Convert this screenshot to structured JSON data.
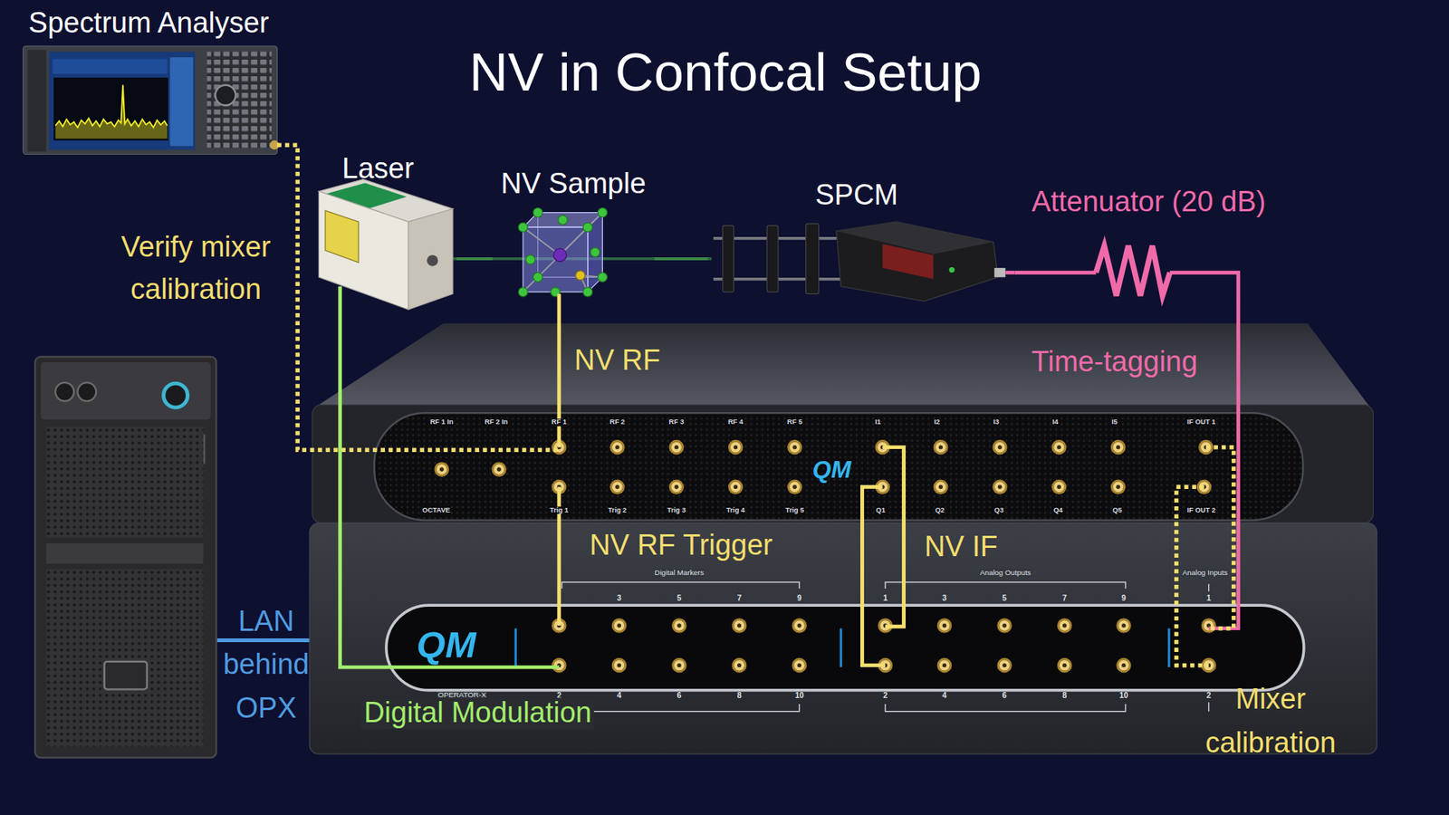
{
  "diagram": {
    "title": "NV in Confocal Setup",
    "nodes": [
      {
        "text": [
          "Spectrum Analyser"
        ]
      },
      {
        "text": [
          "Laser"
        ]
      },
      {
        "text": [
          "NV Sample"
        ]
      },
      {
        "text": [
          "SPCM"
        ]
      },
      {
        "text": [
          "Attenuator (20 dB)"
        ]
      },
      {
        "text": [
          "RF 1 In",
          "RF 2 In",
          "RF 1",
          "RF 2",
          "RF 3",
          "RF 4",
          "RF 5",
          "I1",
          "I2",
          "I3",
          "I4",
          "I5",
          "IF OUT 1",
          "OCTAVE",
          "Trig 1",
          "Trig 2",
          "Trig 3",
          "Trig 4",
          "Trig 5",
          "Q1",
          "Q2",
          "Q3",
          "Q4",
          "Q5",
          "IF OUT 2",
          "QM"
        ]
      },
      {
        "text": [
          "Digital Markers",
          "Analog Outputs",
          "Analog Inputs",
          "3",
          "5",
          "7",
          "9",
          "1",
          "3",
          "5",
          "7",
          "9",
          "1",
          "QM",
          "OPERATOR-X",
          "2",
          "4",
          "6",
          "8",
          "10",
          "2",
          "4",
          "6",
          "8",
          "10",
          "2"
        ]
      }
    ],
    "edges": [
      {
        "from": 0,
        "to": 5,
        "label": "Verify mixer calibration",
        "arrow": "none"
      },
      {
        "from": 1,
        "to": 2,
        "arrow": "none"
      },
      {
        "from": 2,
        "to": 3,
        "arrow": "none"
      },
      {
        "from": 3,
        "to": 4,
        "arrow": "none"
      },
      {
        "from": 2,
        "to": 5,
        "label": "NV RF",
        "arrow": "none"
      },
      {
        "from": 1,
        "to": 6,
        "label": "Digital Modulation",
        "arrow": "none"
      },
      {
        "from": 5,
        "to": 6,
        "label": "NV RF Trigger",
        "arrow": "none"
      },
      {
        "from": 5,
        "to": 6,
        "label": "NV IF",
        "arrow": "none"
      },
      {
        "from": 5,
        "to": 6,
        "arrow": "none"
      },
      {
        "from": 4,
        "to": 6,
        "label": "Time-tagging",
        "arrow": "none"
      },
      {
        "from": 5,
        "to": 6,
        "label": "Mixer calibration",
        "arrow": "none"
      },
      {
        "from": 5,
        "to": 6,
        "arrow": "none"
      }
    ],
    "labels": [
      "LAN behind OPX"
    ]
  }
}
